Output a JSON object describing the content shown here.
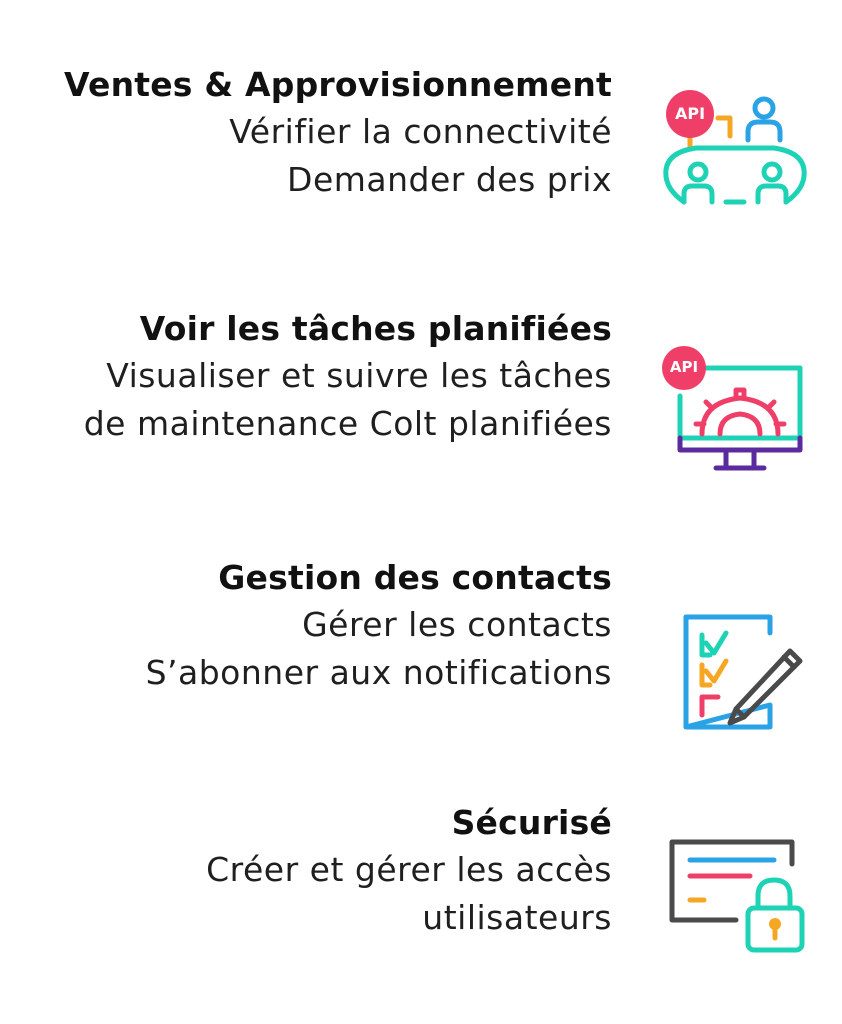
{
  "features": [
    {
      "title": "Ventes & Approvisionnement",
      "lines": [
        "Vérifier la connectivité",
        "Demander des prix"
      ],
      "icon": "meeting-api-icon",
      "badge": "API"
    },
    {
      "title": "Voir les tâches planifiées",
      "lines": [
        "Visualiser et suivre les tâches",
        "de maintenance Colt planifiées"
      ],
      "icon": "monitor-gear-api-icon",
      "badge": "API"
    },
    {
      "title": "Gestion des contacts",
      "lines": [
        "Gérer les contacts",
        "S’abonner aux notifications"
      ],
      "icon": "checklist-pencil-icon"
    },
    {
      "title": "Sécurisé",
      "lines": [
        "Créer et gérer les accès",
        "utilisateurs"
      ],
      "icon": "secure-card-lock-icon"
    }
  ],
  "colors": {
    "teal": "#1ed3b5",
    "blue": "#2aa3e6",
    "pink": "#ef3f68",
    "orange": "#f5a623",
    "purple": "#5a2a9e",
    "gray": "#4a4a4a"
  }
}
